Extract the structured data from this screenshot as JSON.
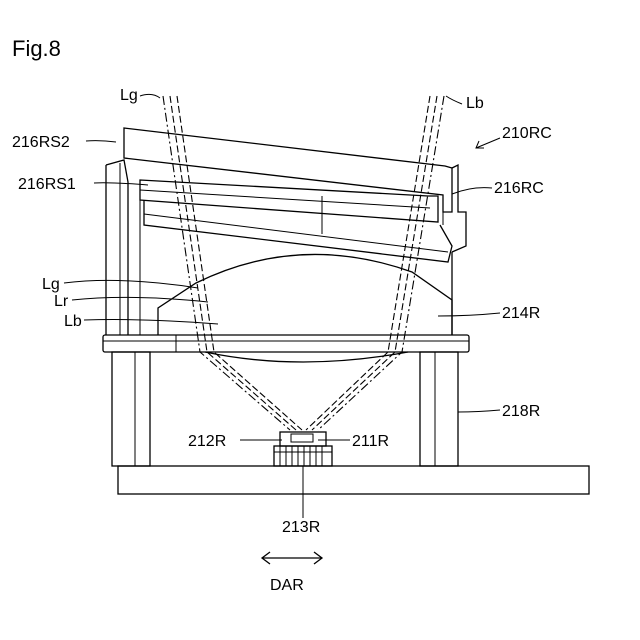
{
  "figure": {
    "title": "Fig.8",
    "labels": {
      "lg_top": "Lg",
      "lb_top": "Lb",
      "assembly": "210RC",
      "rs2": "216RS2",
      "rs1": "216RS1",
      "rc": "216RC",
      "lg_mid": "Lg",
      "lr_mid": "Lr",
      "lb_mid": "Lb",
      "lens": "214R",
      "holder": "218R",
      "r212": "212R",
      "r211": "211R",
      "r213": "213R",
      "direction": "DAR"
    }
  }
}
